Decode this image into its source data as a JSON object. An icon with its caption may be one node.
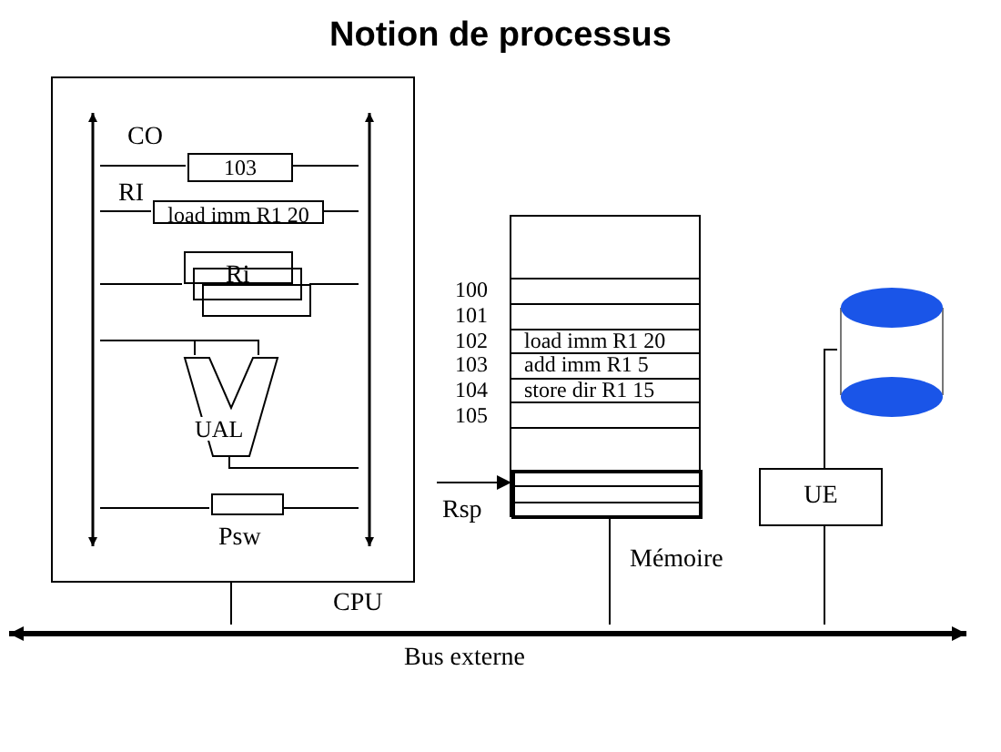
{
  "diagram": {
    "title": "Notion de processus",
    "nodes": [
      {
        "text": [
          "CPU"
        ]
      },
      {
        "text": [],
        "shape": "bar",
        "in": 0
      },
      {
        "text": [
          "CO",
          "103"
        ],
        "in": 0
      },
      {
        "text": [
          "RI",
          "load imm R1 20"
        ],
        "in": 0
      },
      {
        "text": [
          "Ri"
        ],
        "in": 0
      },
      {
        "text": [
          "UAL"
        ],
        "in": 0
      },
      {
        "text": [
          "Psw"
        ],
        "in": 0
      },
      {
        "text": [],
        "shape": "bar",
        "in": 0
      },
      {
        "text": [
          "Mémoire"
        ]
      },
      {
        "text": [],
        "shape": "box",
        "in": 8
      },
      {
        "text": [
          "Rsp"
        ]
      },
      {
        "text": [],
        "shape": "cylinder"
      },
      {
        "text": [
          "UE"
        ]
      },
      {
        "text": [
          "Bus externe"
        ]
      }
    ],
    "edges": [
      {
        "from": 2,
        "to": 1,
        "arrow": "none"
      },
      {
        "from": 2,
        "to": 7,
        "arrow": "none"
      },
      {
        "from": 3,
        "to": 1,
        "arrow": "none"
      },
      {
        "from": 3,
        "to": 7,
        "arrow": "none"
      },
      {
        "from": 4,
        "to": 1,
        "arrow": "none"
      },
      {
        "from": 4,
        "to": 7,
        "arrow": "none"
      },
      {
        "from": 1,
        "to": 5,
        "arrow": "none"
      },
      {
        "from": 5,
        "to": 7,
        "arrow": "none"
      },
      {
        "from": 6,
        "to": 1,
        "arrow": "none"
      },
      {
        "from": 6,
        "to": 7,
        "arrow": "none"
      },
      {
        "from": 10,
        "to": 9,
        "arrow": "to"
      },
      {
        "from": 0,
        "to": 13,
        "arrow": "none"
      },
      {
        "from": 8,
        "to": 13,
        "arrow": "none"
      },
      {
        "from": 12,
        "to": 13,
        "arrow": "none"
      },
      {
        "from": 11,
        "to": 12,
        "arrow": "none"
      }
    ],
    "labels": [
      "100",
      "101",
      "102",
      "load imm R1 20",
      "103",
      "add imm R1 5",
      "104",
      "store dir R1 15",
      "105"
    ]
  }
}
